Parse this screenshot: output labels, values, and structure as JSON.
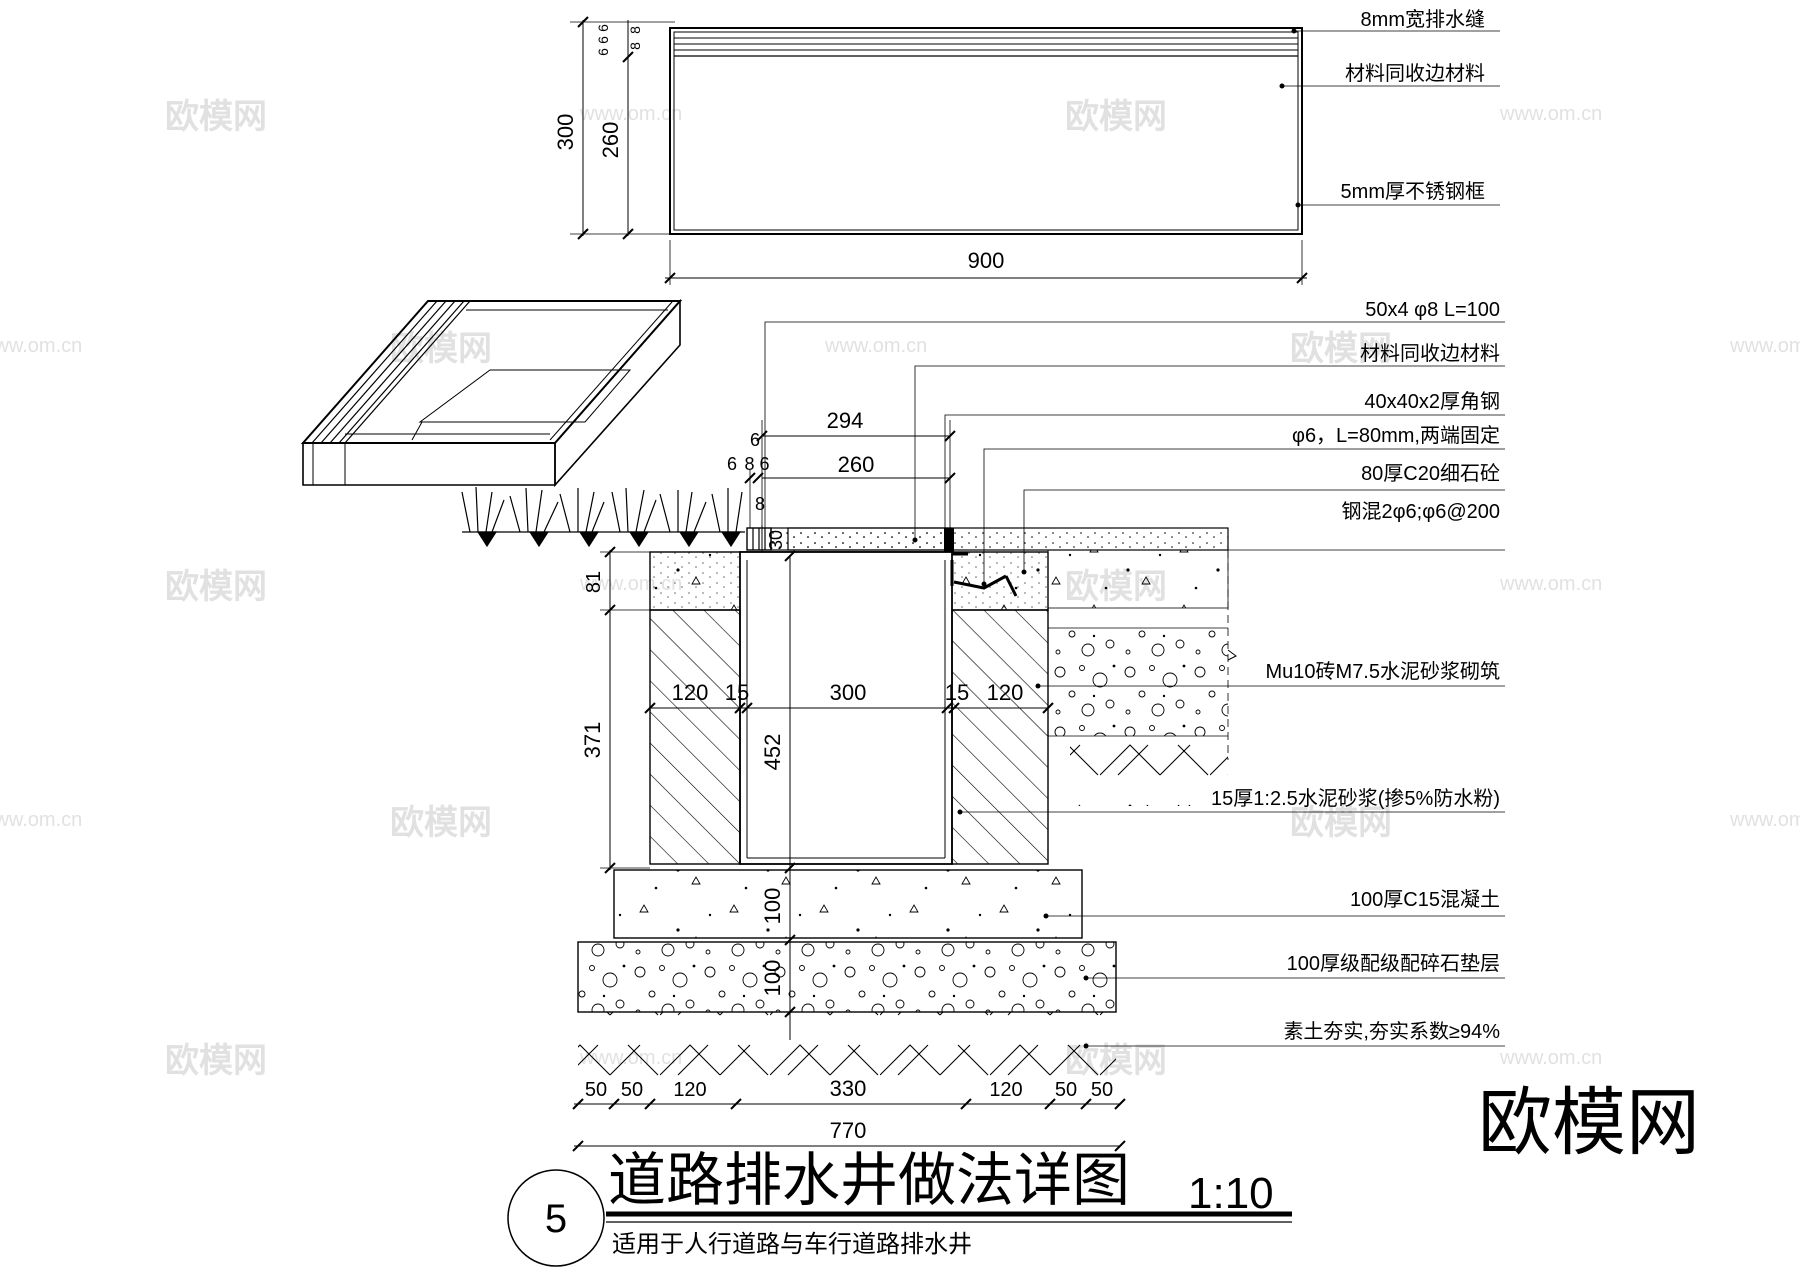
{
  "plan": {
    "dim_total_height": "300",
    "dim_inner_height": "260",
    "dim_stack": [
      "6",
      "6",
      "6",
      "8",
      "8"
    ],
    "dim_width": "900",
    "label_slot": "8mm宽排水缝",
    "label_material": "材料同收边材料",
    "label_frame": "5mm厚不锈钢框"
  },
  "section": {
    "callouts": [
      "50x4 φ8 L=100",
      "材料同收边材料",
      "40x40x2厚角钢",
      "φ6，L=80mm,两端固定",
      "80厚C20细石砼",
      "钢混2φ6;φ6@200",
      "Mu10砖M7.5水泥砂浆砌筑",
      "15厚1:2.5水泥砂浆(掺5%防水粉)",
      "100厚C15混凝土",
      "100厚级配级配碎石垫层",
      "素土夯实,夯实系数≥94%"
    ],
    "dim_top_294": "294",
    "dim_top_260": "260",
    "dim_small_6a": "6",
    "dim_small_6b": "6",
    "dim_small_86": "8 6",
    "dim_small_8": "8",
    "dim_30": "30",
    "dim_81": "81",
    "dim_371": "371",
    "dim_452": "452",
    "dim_100a": "100",
    "dim_100b": "100",
    "dim_row_mid": [
      "120",
      "15",
      "300",
      "15",
      "120"
    ],
    "dim_row_bottom": [
      "50",
      "50",
      "120",
      "330",
      "120",
      "50",
      "50"
    ],
    "dim_total": "770"
  },
  "title_block": {
    "number": "5",
    "title": "道路排水井做法详图",
    "scale": "1:10",
    "subtitle": "适用于人行道路与车行道路排水井"
  },
  "watermark": {
    "brand": "欧模网",
    "url": "www.om.cn"
  }
}
